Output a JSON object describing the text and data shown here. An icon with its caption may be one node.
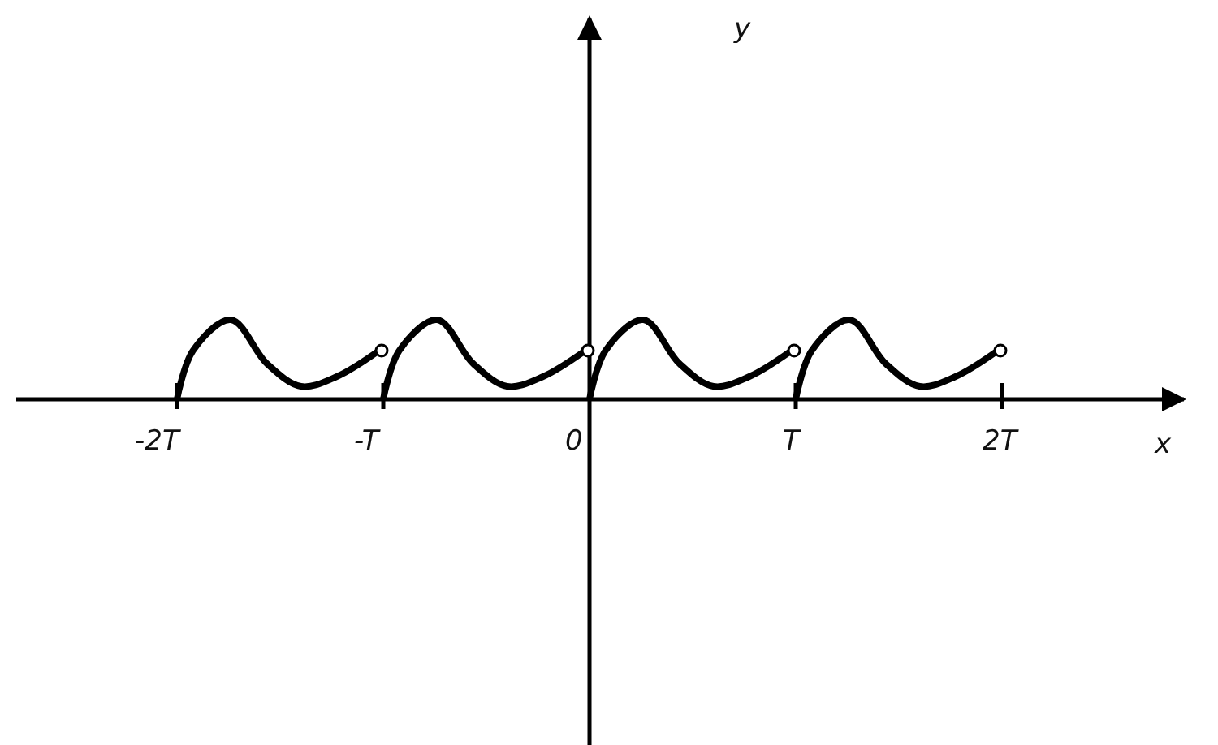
{
  "diagram": {
    "labels": [
      "y",
      "-2T",
      "-T",
      "0",
      "T",
      "2T",
      "x"
    ]
  }
}
